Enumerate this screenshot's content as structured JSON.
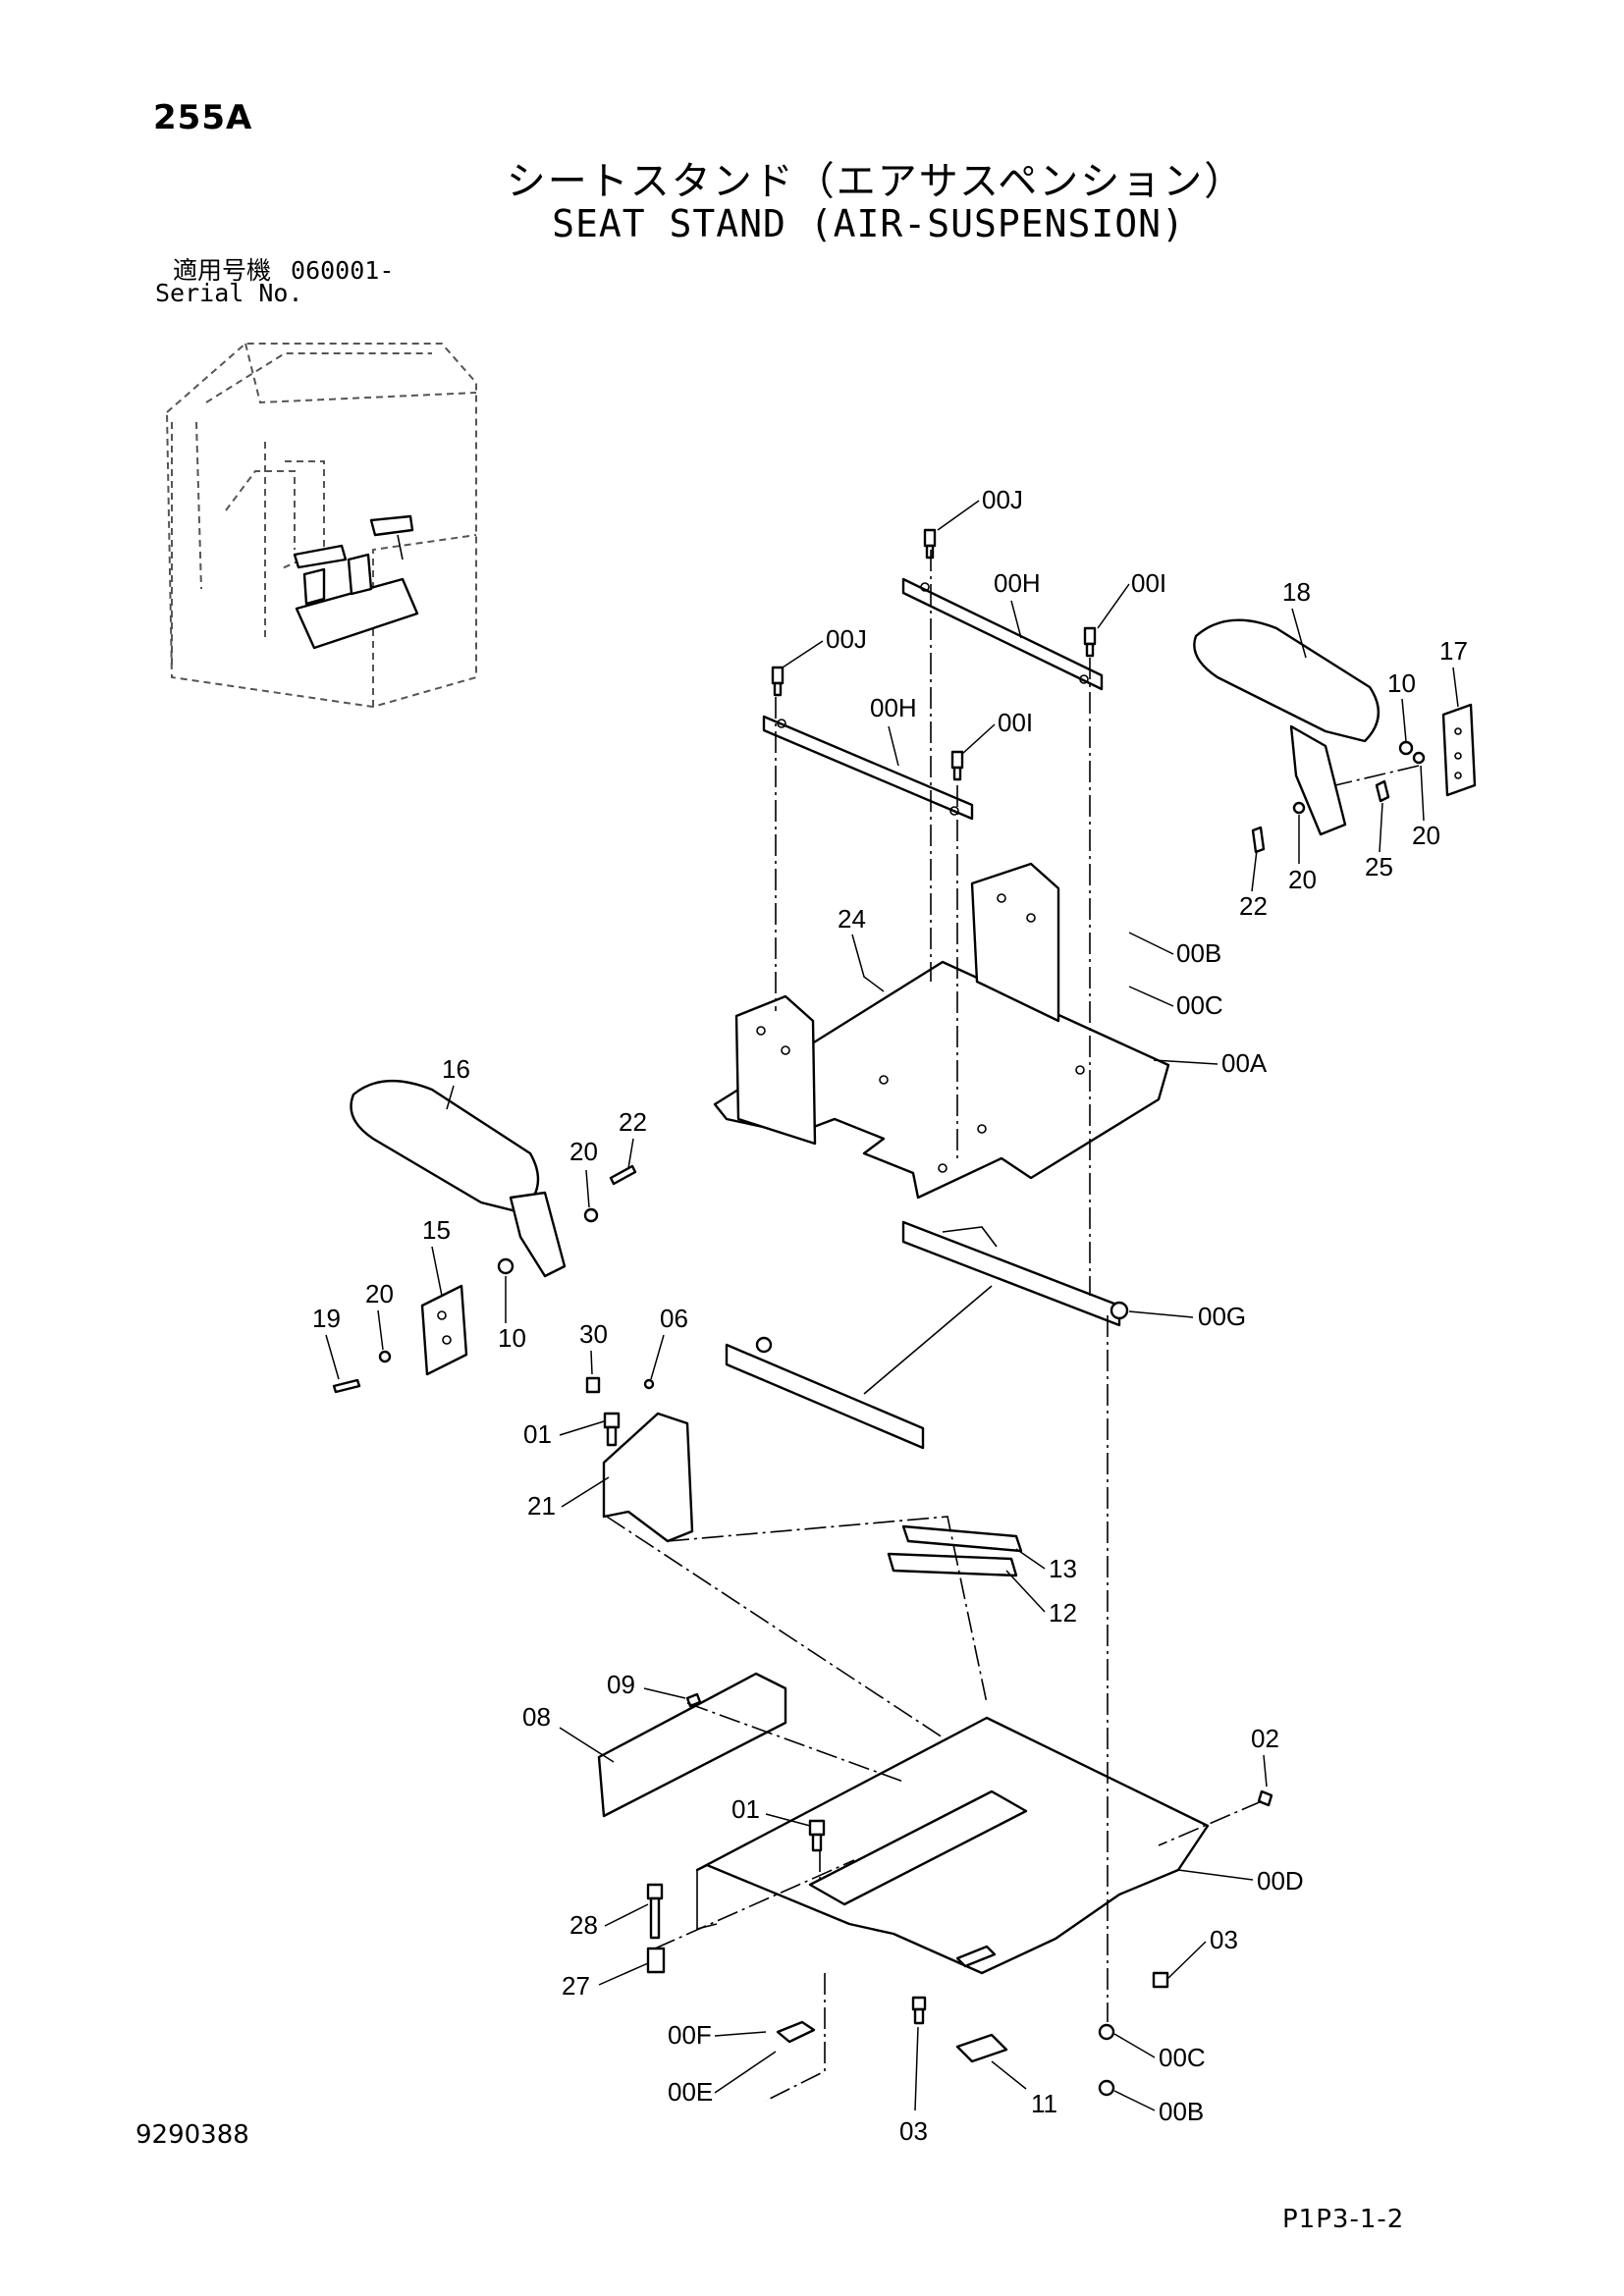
{
  "header": {
    "page_code": "255A",
    "title_jp": "シートスタンド（エアサスペンション）",
    "title_en": "SEAT STAND (AIR-SUSPENSION)",
    "serial_label_jp": "適用号機",
    "serial_value": "060001-",
    "serial_label_en": "Serial No."
  },
  "footer": {
    "document_number": "9290388",
    "page_reference": "P1P3-1-2"
  },
  "callouts": {
    "00J_a": "00J",
    "00H_a": "00H",
    "00I_a": "00I",
    "00J_b": "00J",
    "00H_b": "00H",
    "00I_b": "00I",
    "18": "18",
    "17": "17",
    "10_a": "10",
    "20_a": "20",
    "20_b": "20",
    "25": "25",
    "22_a": "22",
    "24": "24",
    "00B_a": "00B",
    "00C_a": "00C",
    "00A": "00A",
    "16": "16",
    "22_b": "22",
    "20_c": "20",
    "15": "15",
    "20_d": "20",
    "10_b": "10",
    "19": "19",
    "00G": "00G",
    "30": "30",
    "06": "06",
    "01_a": "01",
    "21": "21",
    "13": "13",
    "12": "12",
    "09": "09",
    "08": "08",
    "01_b": "01",
    "02": "02",
    "00D": "00D",
    "28": "28",
    "27": "27",
    "03_a": "03",
    "00F": "00F",
    "00E": "00E",
    "03_b": "03",
    "11": "11",
    "00C_b": "00C",
    "00B_b": "00B"
  }
}
